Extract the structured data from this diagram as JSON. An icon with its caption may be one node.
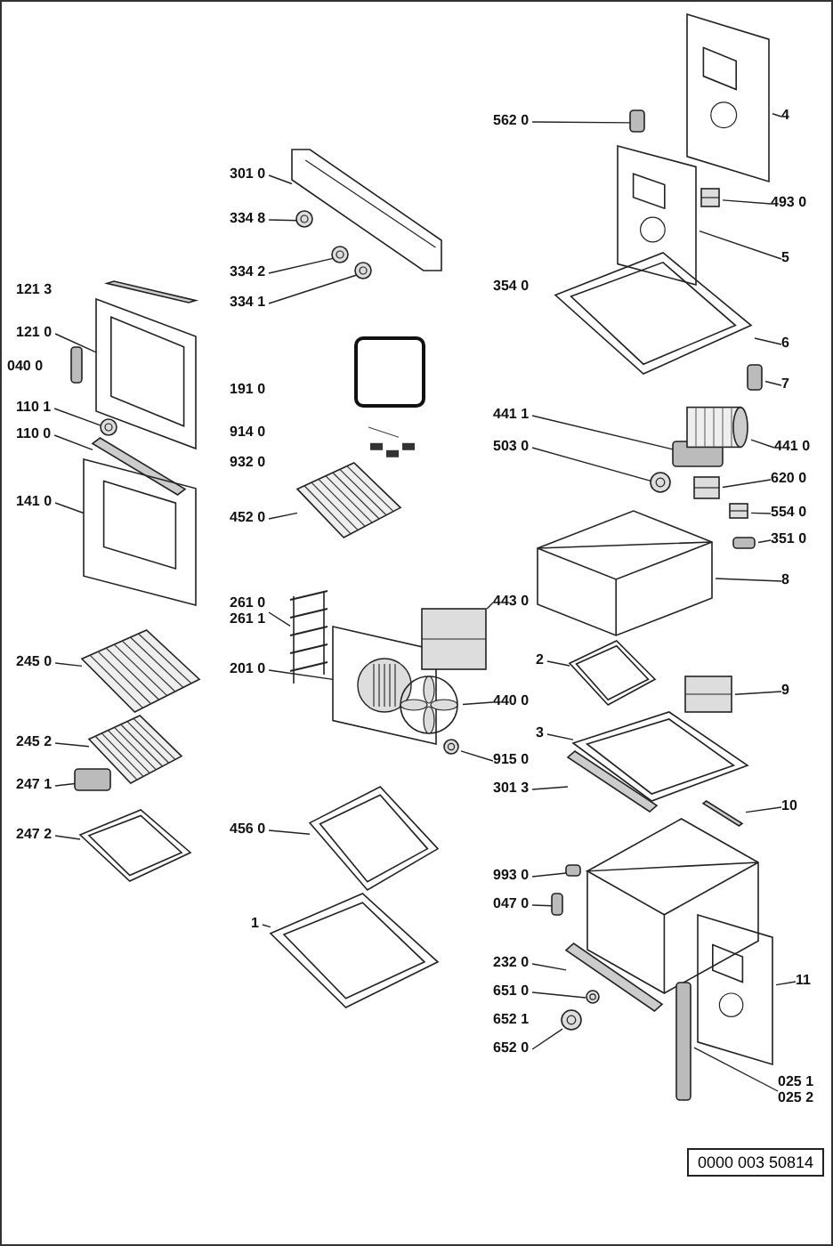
{
  "diagram": {
    "nodes": [
      {
        "text": [
          "121 0"
        ]
      },
      {
        "text": [],
        "shape": "picture"
      },
      {
        "text": [
          "110 1"
        ]
      },
      {
        "text": [],
        "shape": "picture"
      },
      {
        "text": [
          "110 0"
        ]
      },
      {
        "text": [],
        "shape": "picture"
      },
      {
        "text": [
          "141 0"
        ]
      },
      {
        "text": [],
        "shape": "picture"
      },
      {
        "text": [
          "245 0"
        ]
      },
      {
        "text": [],
        "shape": "picture"
      },
      {
        "text": [
          "245 2"
        ]
      },
      {
        "text": [],
        "shape": "picture"
      },
      {
        "text": [
          "247 1"
        ]
      },
      {
        "text": [],
        "shape": "box"
      },
      {
        "text": [
          "247 2"
        ]
      },
      {
        "text": [],
        "shape": "picture"
      },
      {
        "text": [
          "301 0"
        ]
      },
      {
        "text": [],
        "shape": "picture"
      },
      {
        "text": [
          "334 8"
        ]
      },
      {
        "text": [],
        "shape": "picture"
      },
      {
        "text": [
          "334 2"
        ]
      },
      {
        "text": [],
        "shape": "picture"
      },
      {
        "text": [
          "334 1"
        ]
      },
      {
        "text": [],
        "shape": "picture"
      },
      {
        "text": [
          "452 0"
        ]
      },
      {
        "text": [],
        "shape": "picture"
      },
      {
        "text": [
          "261 0",
          "261 1"
        ]
      },
      {
        "text": [],
        "shape": "picture"
      },
      {
        "text": [
          "201 0"
        ]
      },
      {
        "text": [],
        "shape": "picture"
      },
      {
        "text": [
          "456 0"
        ]
      },
      {
        "text": [],
        "shape": "picture"
      },
      {
        "text": [
          "1"
        ]
      },
      {
        "text": [],
        "shape": "picture"
      },
      {
        "text": [
          "562 0"
        ]
      },
      {
        "text": [],
        "shape": "box"
      },
      {
        "text": [
          "4"
        ]
      },
      {
        "text": [],
        "shape": "picture"
      },
      {
        "text": [
          "493 0"
        ]
      },
      {
        "text": [],
        "shape": "picture"
      },
      {
        "text": [
          "5"
        ]
      },
      {
        "text": [],
        "shape": "picture"
      },
      {
        "text": [
          "6"
        ]
      },
      {
        "text": [],
        "shape": "picture"
      },
      {
        "text": [
          "7"
        ]
      },
      {
        "text": [],
        "shape": "box"
      },
      {
        "text": [
          "441 1"
        ]
      },
      {
        "text": [],
        "shape": "box"
      },
      {
        "text": [
          "441 0"
        ]
      },
      {
        "text": [],
        "shape": "picture"
      },
      {
        "text": [
          "503 0"
        ]
      },
      {
        "text": [],
        "shape": "picture"
      },
      {
        "text": [
          "620 0"
        ]
      },
      {
        "text": [],
        "shape": "picture"
      },
      {
        "text": [
          "554 0"
        ]
      },
      {
        "text": [],
        "shape": "picture"
      },
      {
        "text": [
          "351 0"
        ]
      },
      {
        "text": [],
        "shape": "box"
      },
      {
        "text": [
          "8"
        ]
      },
      {
        "text": [],
        "shape": "picture"
      },
      {
        "text": [
          "443 0"
        ]
      },
      {
        "text": [],
        "shape": "picture"
      },
      {
        "text": [
          "440 0"
        ]
      },
      {
        "text": [],
        "shape": "picture"
      },
      {
        "text": [
          "915 0"
        ]
      },
      {
        "text": [],
        "shape": "picture"
      },
      {
        "text": [
          "2"
        ]
      },
      {
        "text": [],
        "shape": "picture"
      },
      {
        "text": [
          "3"
        ]
      },
      {
        "text": [],
        "shape": "picture"
      },
      {
        "text": [
          "301 3"
        ]
      },
      {
        "text": [],
        "shape": "picture"
      },
      {
        "text": [
          "9"
        ]
      },
      {
        "text": [],
        "shape": "picture"
      },
      {
        "text": [
          "10"
        ]
      },
      {
        "text": [],
        "shape": "picture"
      },
      {
        "text": [
          "993 0"
        ]
      },
      {
        "text": [],
        "shape": "box"
      },
      {
        "text": [
          "047 0"
        ]
      },
      {
        "text": [],
        "shape": "box"
      },
      {
        "text": [
          "232 0"
        ]
      },
      {
        "text": [],
        "shape": "picture"
      },
      {
        "text": [
          "651 0"
        ]
      },
      {
        "text": [],
        "shape": "picture"
      },
      {
        "text": [
          "652 0"
        ]
      },
      {
        "text": [],
        "shape": "picture"
      },
      {
        "text": [
          "11"
        ]
      },
      {
        "text": [],
        "shape": "picture"
      },
      {
        "text": [
          "025 1",
          "025 2"
        ]
      },
      {
        "text": [],
        "shape": "box"
      },
      {
        "text": [
          "0000 003 50814"
        ]
      }
    ],
    "edges": [
      {
        "from": 0,
        "to": 1,
        "arrow": "none"
      },
      {
        "from": 2,
        "to": 3,
        "arrow": "none"
      },
      {
        "from": 4,
        "to": 5,
        "arrow": "none"
      },
      {
        "from": 6,
        "to": 7,
        "arrow": "none"
      },
      {
        "from": 8,
        "to": 9,
        "arrow": "none"
      },
      {
        "from": 10,
        "to": 11,
        "arrow": "none"
      },
      {
        "from": 12,
        "to": 13,
        "arrow": "none"
      },
      {
        "from": 14,
        "to": 15,
        "arrow": "none"
      },
      {
        "from": 16,
        "to": 17,
        "arrow": "none"
      },
      {
        "from": 18,
        "to": 19,
        "arrow": "none"
      },
      {
        "from": 20,
        "to": 21,
        "arrow": "none"
      },
      {
        "from": 22,
        "to": 23,
        "arrow": "none"
      },
      {
        "from": 24,
        "to": 25,
        "arrow": "none"
      },
      {
        "from": 26,
        "to": 27,
        "arrow": "none"
      },
      {
        "from": 28,
        "to": 29,
        "arrow": "none"
      },
      {
        "from": 30,
        "to": 31,
        "arrow": "none"
      },
      {
        "from": 32,
        "to": 33,
        "arrow": "none"
      },
      {
        "from": 34,
        "to": 35,
        "arrow": "none"
      },
      {
        "from": 36,
        "to": 37,
        "arrow": "none"
      },
      {
        "from": 38,
        "to": 39,
        "arrow": "none"
      },
      {
        "from": 40,
        "to": 41,
        "arrow": "none"
      },
      {
        "from": 42,
        "to": 43,
        "arrow": "none"
      },
      {
        "from": 44,
        "to": 45,
        "arrow": "none"
      },
      {
        "from": 46,
        "to": 47,
        "arrow": "none"
      },
      {
        "from": 48,
        "to": 49,
        "arrow": "none"
      },
      {
        "from": 50,
        "to": 51,
        "arrow": "none"
      },
      {
        "from": 52,
        "to": 53,
        "arrow": "none"
      },
      {
        "from": 54,
        "to": 55,
        "arrow": "none"
      },
      {
        "from": 56,
        "to": 57,
        "arrow": "none"
      },
      {
        "from": 58,
        "to": 59,
        "arrow": "none"
      },
      {
        "from": 60,
        "to": 61,
        "arrow": "none"
      },
      {
        "from": 62,
        "to": 63,
        "arrow": "none"
      },
      {
        "from": 64,
        "to": 65,
        "arrow": "none"
      },
      {
        "from": 66,
        "to": 67,
        "arrow": "none"
      },
      {
        "from": 68,
        "to": 69,
        "arrow": "none"
      },
      {
        "from": 70,
        "to": 71,
        "arrow": "none"
      },
      {
        "from": 72,
        "to": 73,
        "arrow": "none"
      },
      {
        "from": 74,
        "to": 75,
        "arrow": "none"
      },
      {
        "from": 76,
        "to": 77,
        "arrow": "none"
      },
      {
        "from": 78,
        "to": 79,
        "arrow": "none"
      },
      {
        "from": 80,
        "to": 81,
        "arrow": "none"
      },
      {
        "from": 82,
        "to": 83,
        "arrow": "none"
      },
      {
        "from": 84,
        "to": 85,
        "arrow": "none"
      },
      {
        "from": 86,
        "to": 87,
        "arrow": "none"
      },
      {
        "from": 88,
        "to": 89,
        "arrow": "none"
      }
    ],
    "labels": [
      "121 3",
      "040 0",
      "191 0",
      "914 0",
      "932 0",
      "354 0",
      "652 1"
    ]
  }
}
